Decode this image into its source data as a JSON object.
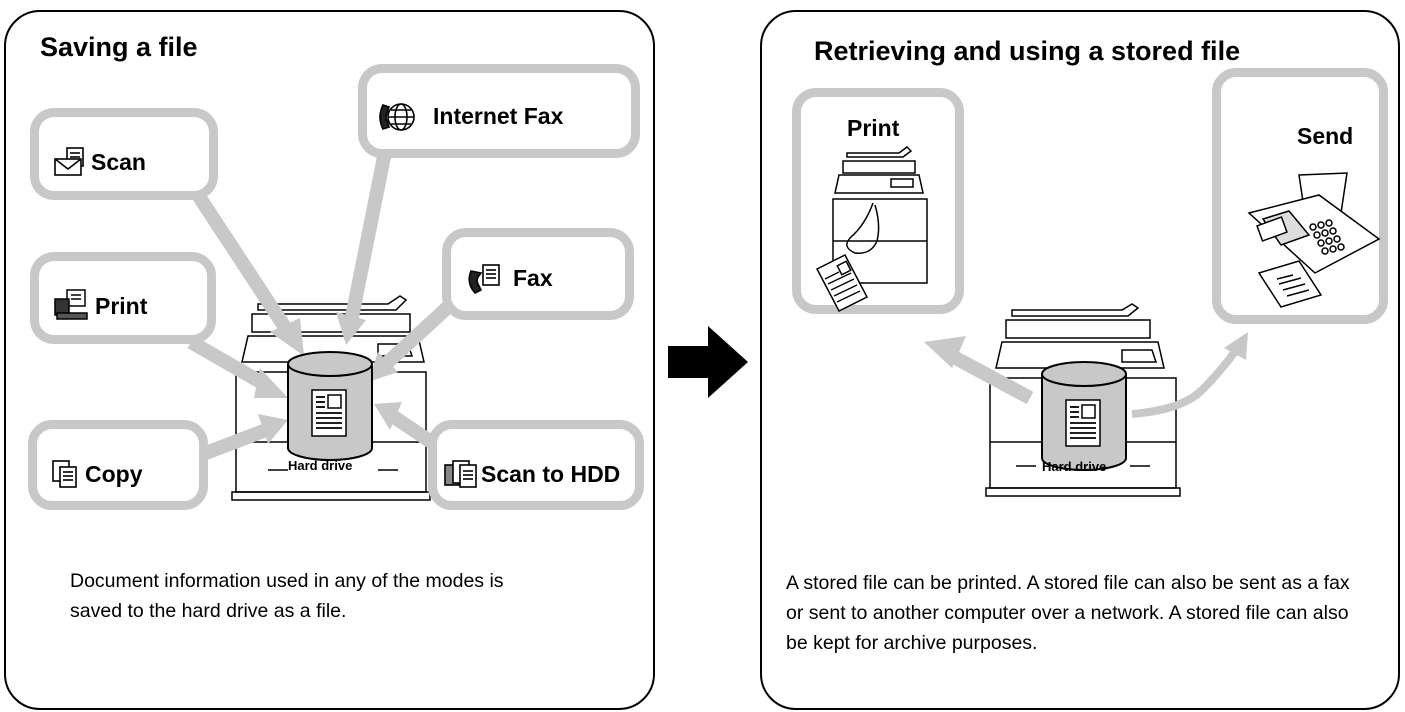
{
  "left": {
    "title": "Saving a file",
    "modes": {
      "scan": "Scan",
      "print": "Print",
      "copy": "Copy",
      "internet_fax": "Internet Fax",
      "fax": "Fax",
      "scan_to_hdd": "Scan to HDD"
    },
    "hard_drive_label": "Hard drive",
    "description": "Document information used in any of the modes is saved to the hard drive as a file."
  },
  "right": {
    "title": "Retrieving and using a stored file",
    "print_label": "Print",
    "send_label": "Send",
    "hard_drive_label": "Hard drive",
    "description": "A stored file can be printed. A stored file can also be sent as a fax or sent to another computer over a network. A stored file can also be kept for archive purposes."
  },
  "colors": {
    "box_border": "#c8c8c8",
    "arrow": "#c8c8c8",
    "panel_border": "#000000"
  },
  "icons": [
    "envelope-scan-icon",
    "printer-print-icon",
    "copy-documents-icon",
    "internet-fax-globe-icon",
    "fax-phone-icon",
    "scan-to-hdd-icon",
    "copier-machine-icon",
    "hard-drive-cylinder-icon",
    "fax-machine-icon",
    "right-arrow-icon"
  ]
}
